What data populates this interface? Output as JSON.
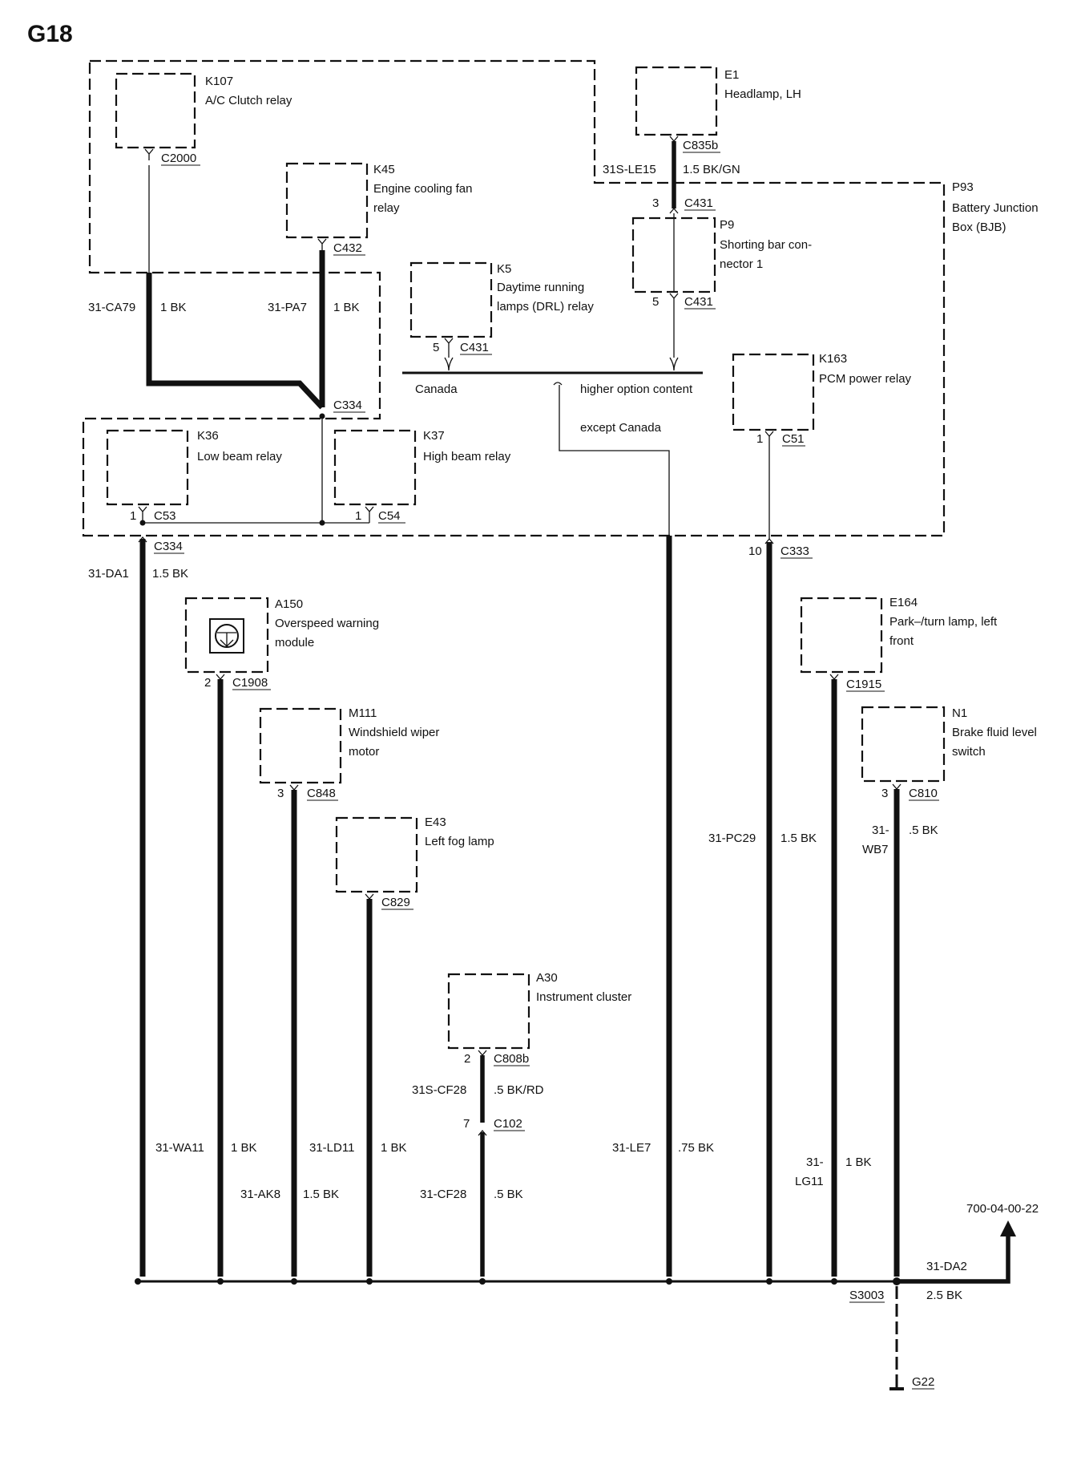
{
  "page_title": "G18",
  "figure_code": "700-04-00-22",
  "components": {
    "k107": {
      "id": "K107",
      "name": "A/C Clutch relay",
      "connector": "C2000"
    },
    "k45": {
      "id": "K45",
      "name_line1": "Engine cooling fan",
      "name_line2": "relay",
      "connector": "C432"
    },
    "e1": {
      "id": "E1",
      "name": "Headlamp, LH",
      "connector": "C835b"
    },
    "p93": {
      "id": "P93",
      "name_line1": "Battery Junction",
      "name_line2": "Box (BJB)"
    },
    "p9": {
      "id": "P9",
      "name_line1": "Shorting bar con-",
      "name_line2": "nector 1",
      "pin_top": "3",
      "connector_top": "C431",
      "pin_bottom": "5",
      "connector_bottom": "C431"
    },
    "k5": {
      "id": "K5",
      "name_line1": "Daytime running",
      "name_line2": "lamps (DRL) relay",
      "pin": "5",
      "connector": "C431"
    },
    "k163": {
      "id": "K163",
      "name": "PCM power relay",
      "pin": "1",
      "connector": "C51"
    },
    "k36": {
      "id": "K36",
      "name": "Low beam relay",
      "pin": "1",
      "connector": "C53"
    },
    "k37": {
      "id": "K37",
      "name": "High beam relay",
      "pin": "1",
      "connector": "C54"
    },
    "a150": {
      "id": "A150",
      "name_line1": "Overspeed warning",
      "name_line2": "module",
      "pin": "2",
      "connector": "C1908"
    },
    "m111": {
      "id": "M111",
      "name_line1": "Windshield wiper",
      "name_line2": "motor",
      "pin": "3",
      "connector": "C848"
    },
    "e43": {
      "id": "E43",
      "name": "Left fog lamp",
      "connector": "C829"
    },
    "a30": {
      "id": "A30",
      "name": "Instrument cluster",
      "pin": "2",
      "connector": "C808b"
    },
    "e164": {
      "id": "E164",
      "name_line1": "Park–/turn lamp, left",
      "name_line2": "front",
      "connector": "C1915"
    },
    "n1": {
      "id": "N1",
      "name_line1": "Brake fluid level",
      "name_line2": "switch",
      "pin": "3",
      "connector": "C810"
    }
  },
  "connectors": {
    "c334_top": "C334",
    "c334_bottom": "C334",
    "c333": "C333",
    "c333_pin": "10",
    "c102": "C102",
    "c102_pin": "7",
    "s3003": "S3003",
    "g22": "G22"
  },
  "wires": {
    "ca79": {
      "circuit": "31-CA79",
      "spec": "1 BK"
    },
    "pa7": {
      "circuit": "31-PA7",
      "spec": "1 BK"
    },
    "le15": {
      "circuit": "31S-LE15",
      "spec": "1.5 BK/GN"
    },
    "da1": {
      "circuit": "31-DA1",
      "spec": "1.5 BK"
    },
    "wa11": {
      "circuit": "31-WA11",
      "spec": "1 BK"
    },
    "ak8": {
      "circuit": "31-AK8",
      "spec": "1.5 BK"
    },
    "ld11": {
      "circuit": "31-LD11",
      "spec": "1 BK"
    },
    "cf28s": {
      "circuit": "31S-CF28",
      "spec": ".5 BK/RD"
    },
    "cf28": {
      "circuit": "31-CF28",
      "spec": ".5 BK"
    },
    "le7": {
      "circuit": "31-LE7",
      "spec": ".75 BK"
    },
    "pc29": {
      "circuit": "31-PC29",
      "spec": "1.5 BK"
    },
    "lg11": {
      "circuit_line1": "31-",
      "circuit_line2": "LG11",
      "spec": "1 BK"
    },
    "wb7": {
      "circuit_line1": "31-",
      "circuit_line2": "WB7",
      "spec": ".5 BK"
    },
    "da2": {
      "circuit": "31-DA2",
      "spec": "2.5 BK"
    }
  },
  "options": {
    "canada": "Canada",
    "higher_option": "higher option content",
    "except_canada": "except Canada"
  }
}
